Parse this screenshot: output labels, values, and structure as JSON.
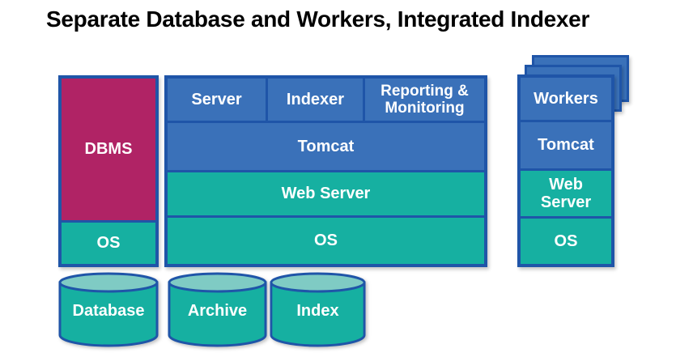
{
  "title": "Separate Database and Workers, Integrated Indexer",
  "colors": {
    "blue_fill": "#3A71B9",
    "blue_border": "#1F55A8",
    "teal_fill": "#16B0A1",
    "teal_light": "#7FCBC4",
    "crimson_fill": "#B02365",
    "label_text": "#FFFFFF",
    "title_text": "#000000"
  },
  "left_stack": {
    "dbms_label": "DBMS",
    "os_label": "OS"
  },
  "middle_stack": {
    "top_cells": [
      {
        "label": "Server"
      },
      {
        "label": "Indexer"
      },
      {
        "label": "Reporting & Monitoring"
      }
    ],
    "tomcat_label": "Tomcat",
    "web_server_label": "Web Server",
    "os_label": "OS"
  },
  "right_stack": {
    "layer_count": 3,
    "workers_label": "Workers",
    "tomcat_label": "Tomcat",
    "web_server_label": "Web Server",
    "os_label": "OS"
  },
  "cylinders": [
    {
      "label": "Database"
    },
    {
      "label": "Archive"
    },
    {
      "label": "Index"
    }
  ]
}
